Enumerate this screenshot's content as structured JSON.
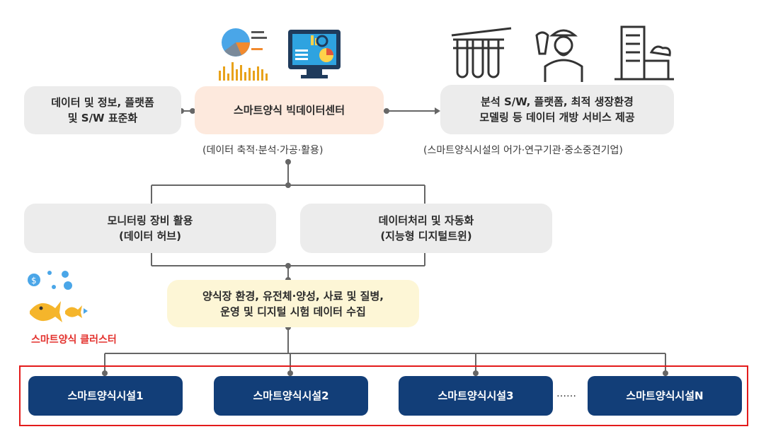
{
  "top": {
    "left_box": [
      "데이터 및 정보, 플랫폼",
      "및 S/W 표준화"
    ],
    "center_box": "스마트양식 빅데이터센터",
    "center_caption": "(데이터 축적·분석·가공·활용)",
    "right_box": [
      "분석 S/W, 플랫폼, 최적 생장환경",
      "모델링 등 데이터 개방 서비스 제공"
    ],
    "right_caption": "(스마트양식시설의 어가·연구기관·중소중견기업)"
  },
  "middle": {
    "left_box": [
      "모니터링 장비 활용",
      "(데이터 허브)"
    ],
    "right_box": [
      "데이터처리 및 자동화",
      "(지능형 디지털트윈)"
    ]
  },
  "collect_box": [
    "양식장 환경, 유전체·양성, 사료 및 질병,",
    "운영 및 디지털 시험 데이터 수집"
  ],
  "cluster_label": "스마트양식 클러스터",
  "facilities": [
    "스마트양식시설1",
    "스마트양식시설2",
    "스마트양식시설3",
    "스마트양식시설N"
  ],
  "ellipsis": "……",
  "colors": {
    "navy": "#123e78",
    "frame_red": "#e31b1b",
    "cluster_red": "#e3312d",
    "connector": "#666666"
  },
  "icons": [
    "pie-chart-icon",
    "monitor-analytics-icon",
    "test-tubes-icon",
    "fisherman-icon",
    "buildings-icon",
    "coin-bubbles-icon",
    "fish-icon"
  ]
}
